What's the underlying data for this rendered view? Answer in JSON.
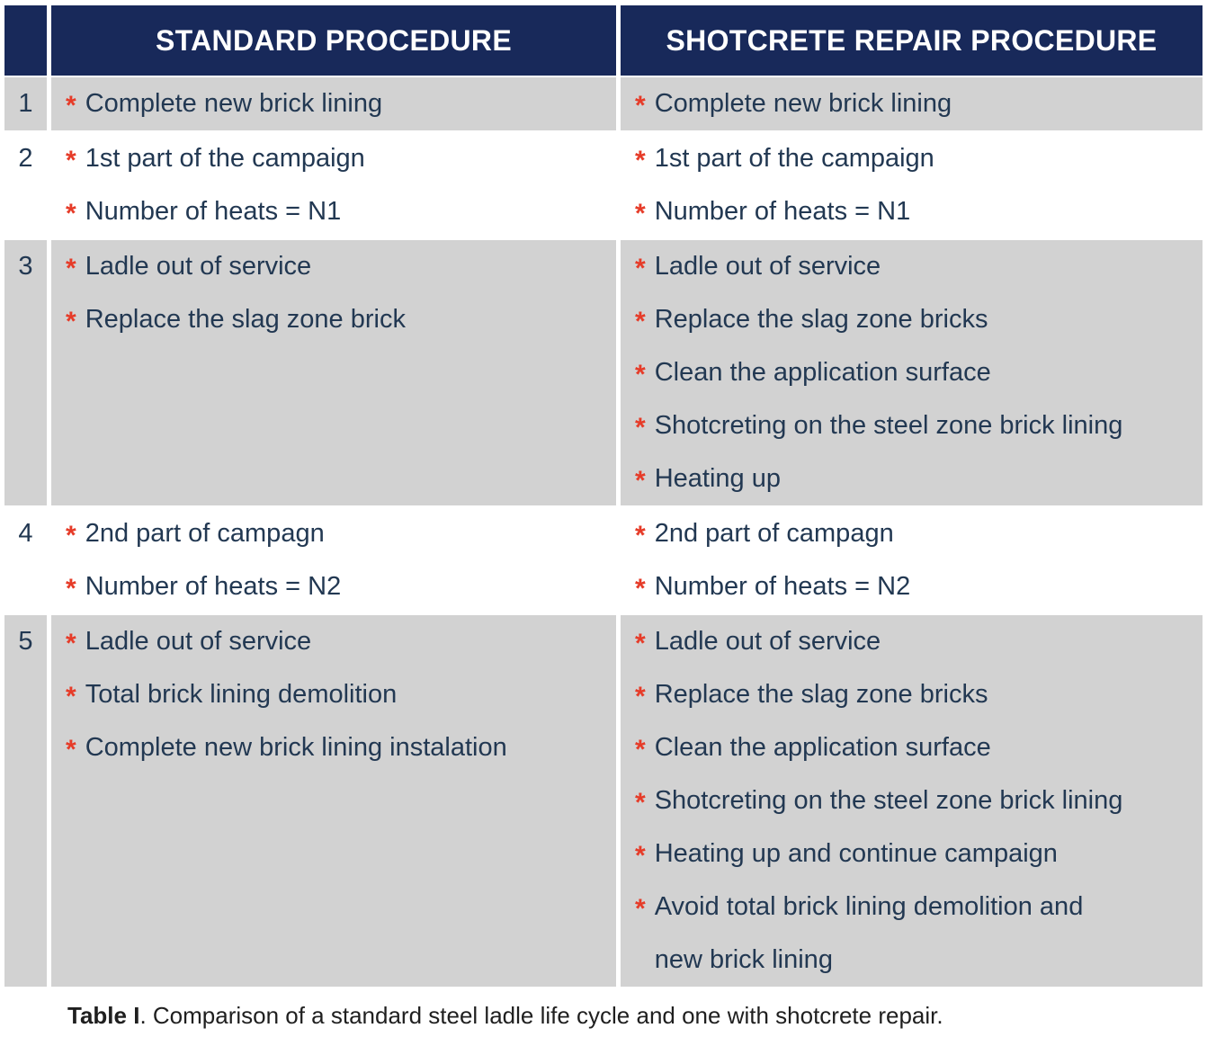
{
  "table": {
    "bullet_marker": "*",
    "header": {
      "num": "",
      "standard": "STANDARD PROCEDURE",
      "shotcrete": "SHOTCRETE REPAIR PROCEDURE"
    },
    "rows": [
      {
        "num": "1",
        "standard": [
          "Complete new brick lining"
        ],
        "shotcrete": [
          "Complete new brick lining"
        ]
      },
      {
        "num": "2",
        "standard": [
          "1st part of the campaign",
          "Number of heats = N1"
        ],
        "shotcrete": [
          "1st part of the campaign",
          "Number of heats = N1"
        ]
      },
      {
        "num": "3",
        "standard": [
          "Ladle out of service",
          "Replace the slag zone brick"
        ],
        "shotcrete": [
          "Ladle out of service",
          "Replace the slag zone bricks",
          "Clean the application surface",
          "Shotcreting on the steel zone brick lining",
          "Heating up"
        ]
      },
      {
        "num": "4",
        "standard": [
          "2nd part of campagn",
          "Number of heats = N2"
        ],
        "shotcrete": [
          "2nd part of campagn",
          "Number of heats = N2"
        ]
      },
      {
        "num": "5",
        "standard": [
          "Ladle out of service",
          "Total brick lining demolition",
          "Complete new brick lining instalation"
        ],
        "shotcrete": [
          "Ladle out of service",
          "Replace the slag zone bricks",
          "Clean the application surface",
          "Shotcreting on the steel zone brick lining",
          "Heating up and continue campaign",
          "Avoid total brick lining demolition and\nnew brick lining"
        ]
      }
    ]
  },
  "caption": {
    "label": "Table I",
    "text": ". Comparison of a standard steel ladle life cycle and one with shotcrete repair."
  },
  "colors": {
    "header_bg": "#18295a",
    "body_text": "#223852",
    "asterisk": "#e63b28",
    "row_gray": "#d2d2d2",
    "row_white": "#ffffff",
    "caption_text": "#1f1f1f"
  }
}
